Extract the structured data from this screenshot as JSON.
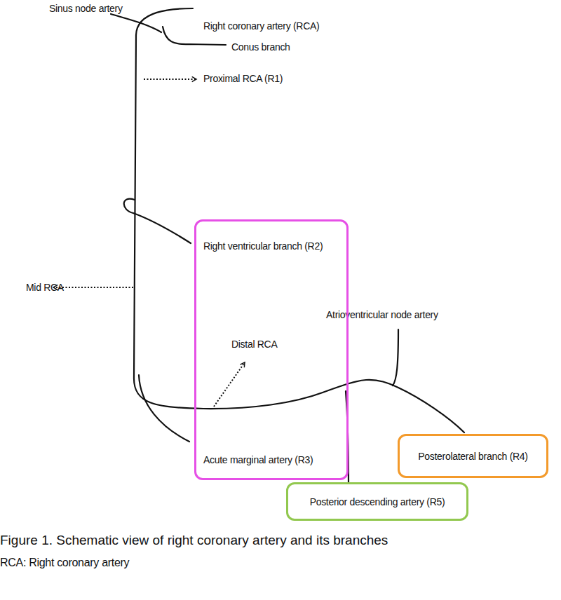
{
  "diagram": {
    "caption": "Figure 1. Schematic view of right coronary artery and its branches",
    "nodes": [
      {
        "text": [
          "Right ventricular branch (R2)",
          "Distal RCA",
          "Acute marginal artery (R3)"
        ]
      },
      {
        "text": [
          "Posterolateral branch (R4)"
        ]
      },
      {
        "text": [
          "Posterior descending artery (R5)"
        ]
      }
    ],
    "labels": [
      "Sinus node artery",
      "Right coronary artery (RCA)",
      "Conus branch",
      "Proximal RCA (R1)",
      "Mid RCA",
      "Atrioventricular node artery",
      "RCA: Right coronary artery"
    ]
  }
}
